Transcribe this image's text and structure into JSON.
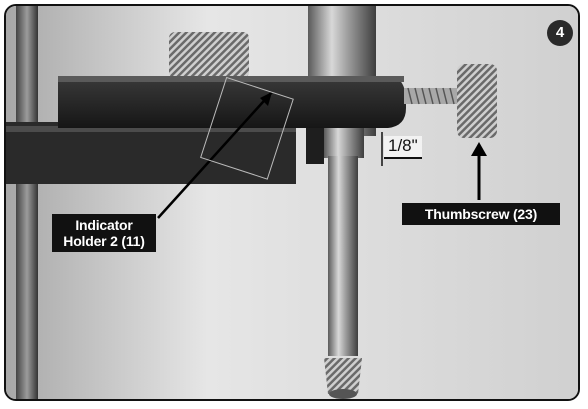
{
  "figure": {
    "step_number": "4",
    "measurement": "1/8\"",
    "labels": {
      "indicator_line1": "Indicator",
      "indicator_line2": "Holder 2 (11)",
      "thumbscrew": "Thumbscrew (23)"
    }
  },
  "colors": {
    "label_bg": "#111111",
    "label_text": "#ffffff",
    "frame_border": "#111111"
  }
}
